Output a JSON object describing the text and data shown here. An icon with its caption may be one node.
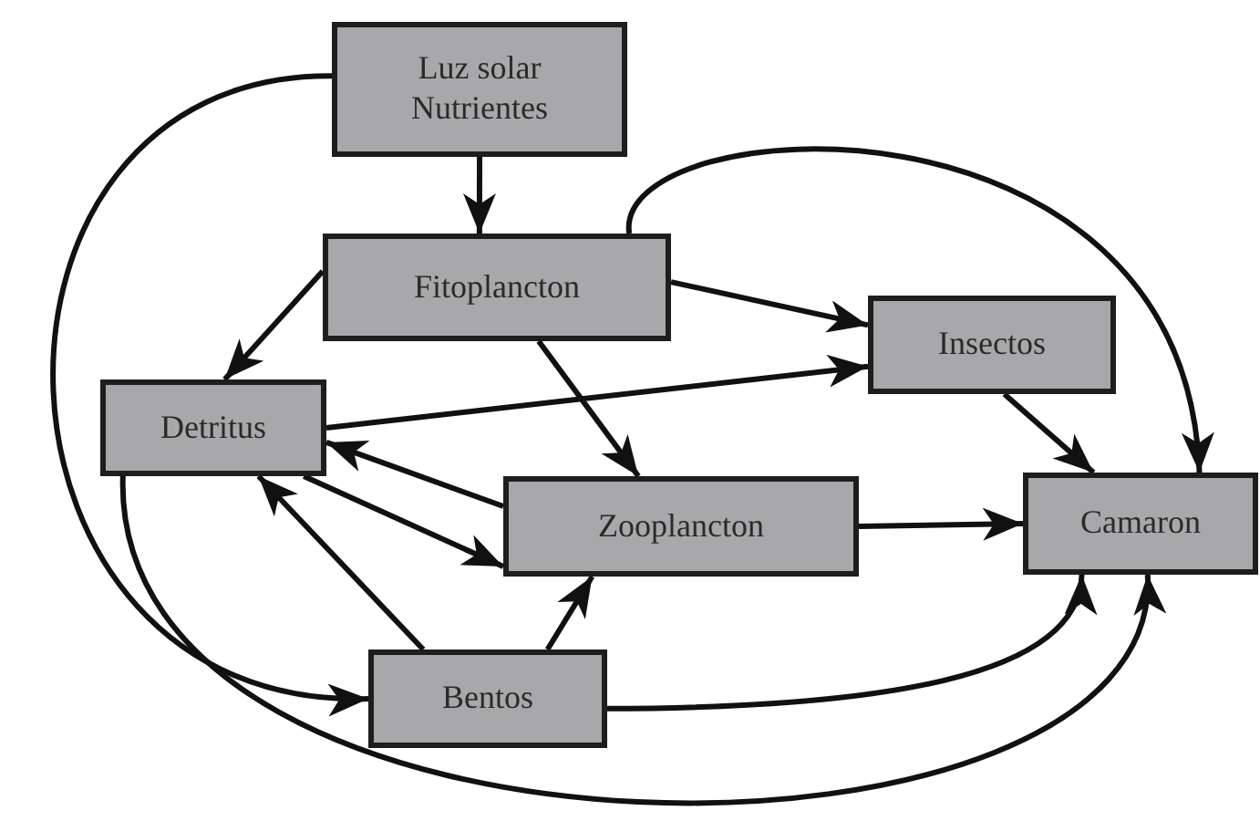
{
  "diagram": {
    "nodes": [
      {
        "text": [
          "Luz solar Nutrientes"
        ]
      },
      {
        "text": [
          "Fitoplancton"
        ]
      },
      {
        "text": [
          "Insectos"
        ]
      },
      {
        "text": [
          "Detritus"
        ]
      },
      {
        "text": [
          "Zooplancton"
        ]
      },
      {
        "text": [
          "Camaron"
        ]
      },
      {
        "text": [
          "Bentos"
        ]
      }
    ],
    "edges": [
      {
        "from": 0,
        "to": 1,
        "arrow": "to"
      },
      {
        "from": 0,
        "to": 6,
        "arrow": "to"
      },
      {
        "from": 1,
        "to": 3,
        "arrow": "to"
      },
      {
        "from": 1,
        "to": 2,
        "arrow": "to"
      },
      {
        "from": 1,
        "to": 4,
        "arrow": "to"
      },
      {
        "from": 1,
        "to": 5,
        "arrow": "to"
      },
      {
        "from": 3,
        "to": 2,
        "arrow": "to"
      },
      {
        "from": 4,
        "to": 3,
        "arrow": "to"
      },
      {
        "from": 3,
        "to": 4,
        "arrow": "to"
      },
      {
        "from": 6,
        "to": 3,
        "arrow": "to"
      },
      {
        "from": 6,
        "to": 4,
        "arrow": "to"
      },
      {
        "from": 6,
        "to": 5,
        "arrow": "to"
      },
      {
        "from": 3,
        "to": 5,
        "arrow": "to"
      },
      {
        "from": 2,
        "to": 5,
        "arrow": "to"
      },
      {
        "from": 4,
        "to": 5,
        "arrow": "to"
      }
    ]
  }
}
